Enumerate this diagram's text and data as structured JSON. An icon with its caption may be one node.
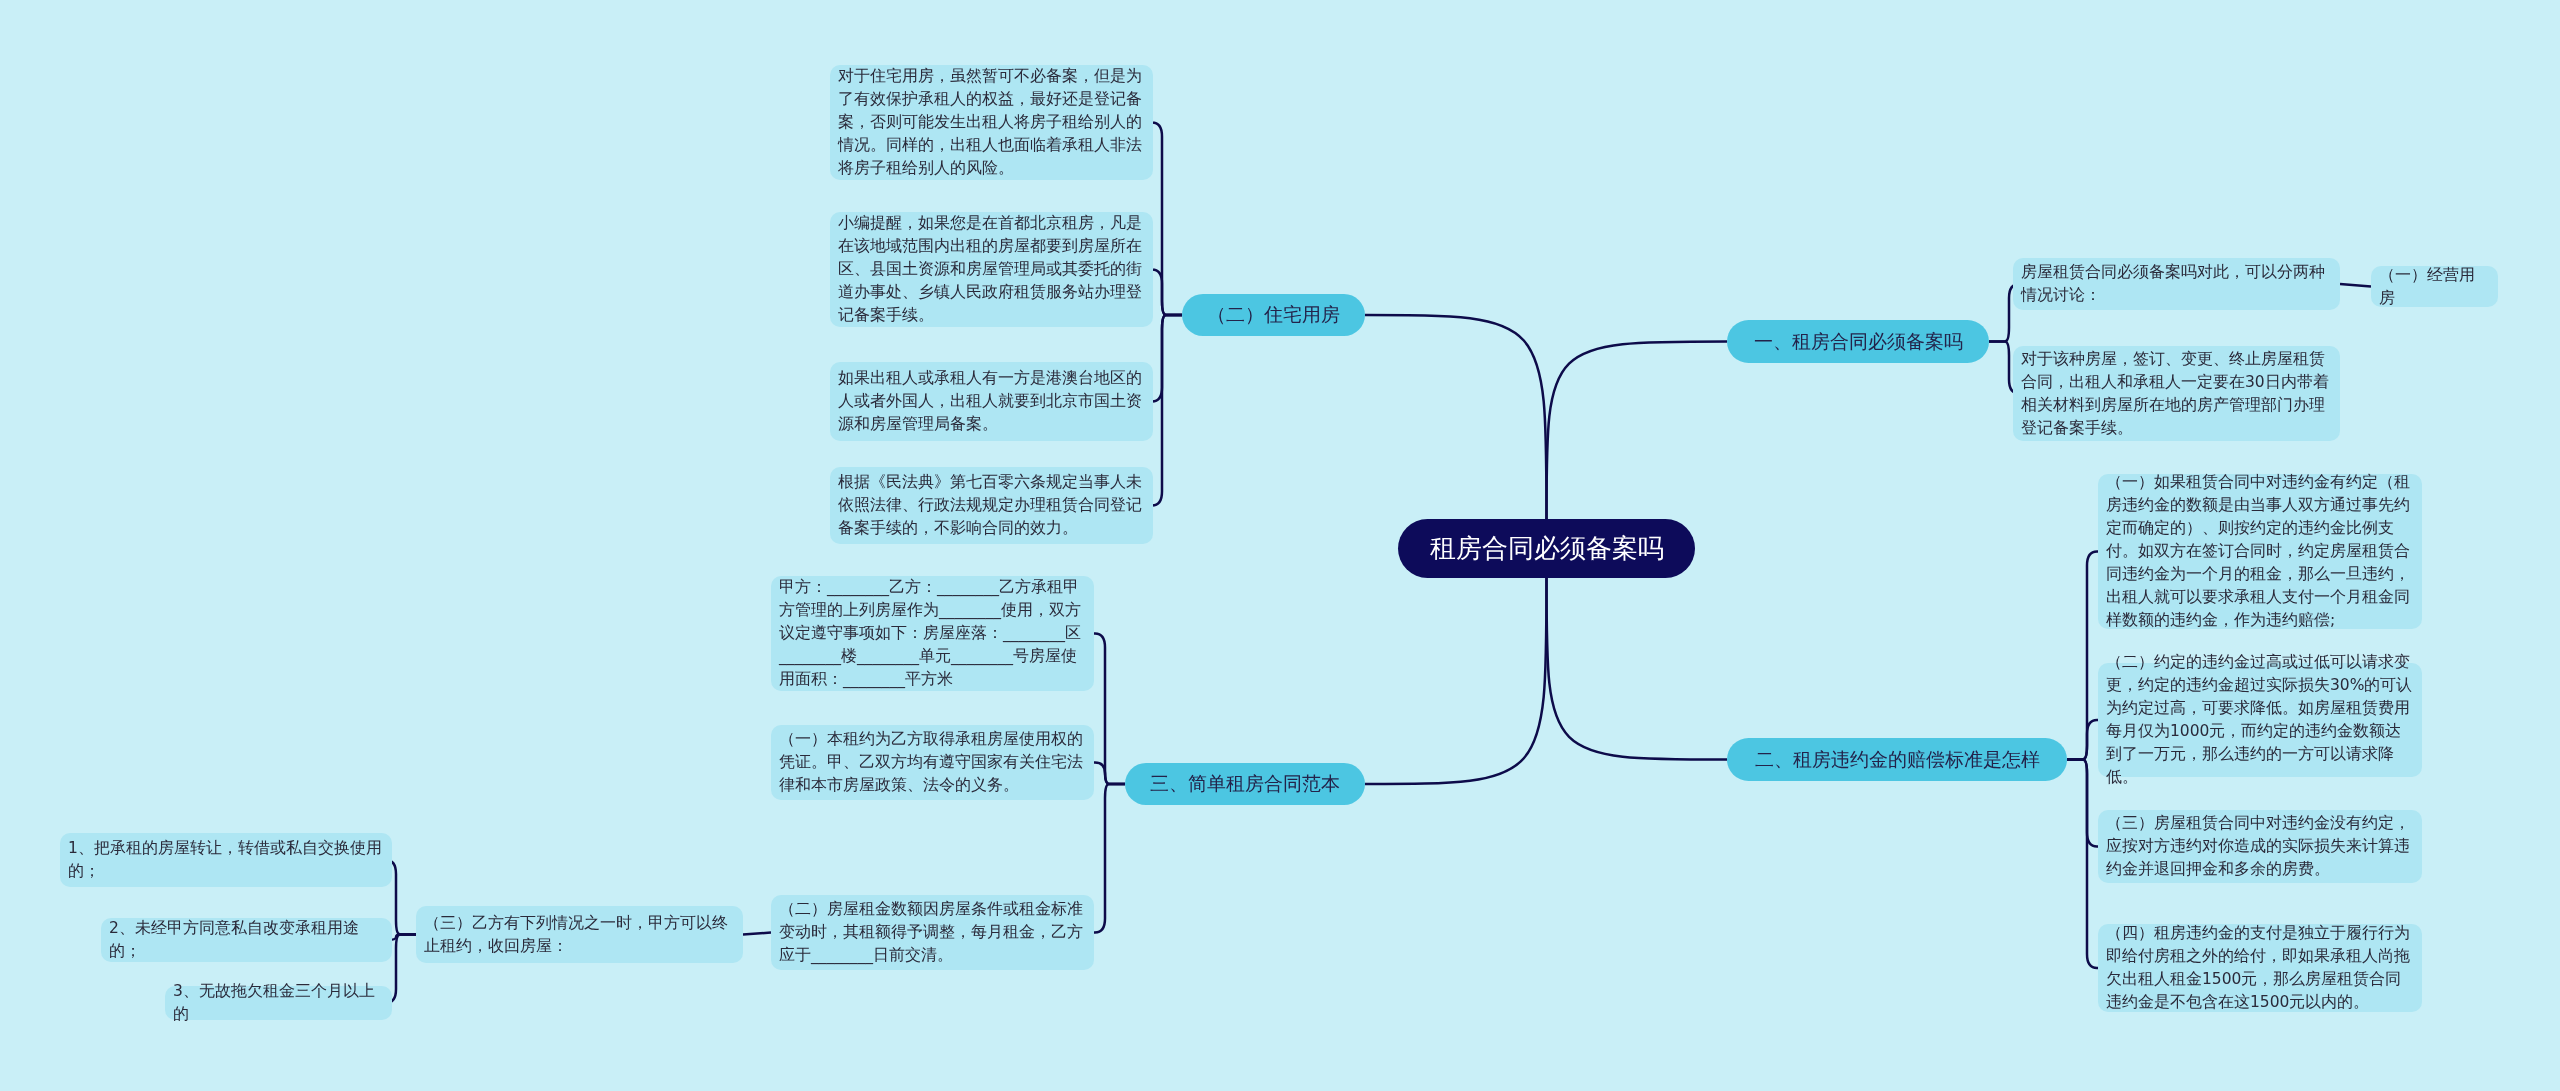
{
  "diagram": {
    "nodes": [
      {
        "text": [
          "租房合同必须备案吗"
        ]
      },
      {
        "text": [
          "一、租房合同必须备案吗"
        ]
      },
      {
        "text": [
          "房屋租赁合同必须备案吗对此，可以分两种情况讨论："
        ]
      },
      {
        "text": [
          "（一）经营用房"
        ]
      },
      {
        "text": [
          "对于该种房屋，签订、变更、终止房屋租赁合同，出租人和承租人一定要在30日内带着相关材料到房屋所在地的房产管理部门办理登记备案手续。"
        ]
      },
      {
        "text": [
          "二、租房违约金的赔偿标准是怎样"
        ]
      },
      {
        "text": [
          "（一）如果租赁合同中对违约金有约定（租房违约金的数额是由当事人双方通过事先约定而确定的）、则按约定的违约金比例支付。如双方在签订合同时，约定房屋租赁合同违约金为一个月的租金，那么一旦违约，出租人就可以要求承租人支付一个月租金同样数额的违约金，作为违约赔偿;"
        ]
      },
      {
        "text": [
          "（二）约定的违约金过高或过低可以请求变更，约定的违约金超过实际损失30%的可认为约定过高，可要求降低。如房屋租赁费用每月仅为1000元，而约定的违约金数额达到了一万元，那么违约的一方可以请求降低。"
        ]
      },
      {
        "text": [
          "（三）房屋租赁合同中对违约金没有约定，应按对方违约对你造成的实际损失来计算违约金并退回押金和多余的房费。"
        ]
      },
      {
        "text": [
          "（四）租房违约金的支付是独立于履行行为即给付房租之外的给付，即如果承租人尚拖欠出租人租金1500元，那么房屋租赁合同违约金是不包含在这1500元以内的。"
        ]
      },
      {
        "text": [
          "（二）住宅用房"
        ]
      },
      {
        "text": [
          "对于住宅用房，虽然暂可不必备案，但是为了有效保护承租人的权益，最好还是登记备案，否则可能发生出租人将房子租给别人的情况。同样的，出租人也面临着承租人非法将房子租给别人的风险。"
        ]
      },
      {
        "text": [
          "小编提醒，如果您是在首都北京租房，凡是在该地域范围内出租的房屋都要到房屋所在区、县国土资源和房屋管理局或其委托的街道办事处、乡镇人民政府租赁服务站办理登记备案手续。"
        ]
      },
      {
        "text": [
          "如果出租人或承租人有一方是港澳台地区的人或者外国人，出租人就要到北京市国土资源和房屋管理局备案。"
        ]
      },
      {
        "text": [
          "根据《民法典》第七百零六条规定当事人未依照法律、行政法规规定办理租赁合同登记备案手续的，不影响合同的效力。"
        ]
      },
      {
        "text": [
          "三、简单租房合同范本"
        ]
      },
      {
        "text": [
          "甲方：________乙方：________乙方承租甲方管理的上列房屋作为________使用，双方议定遵守事项如下：房屋座落：________区________楼________单元________号房屋使用面积：________平方米"
        ]
      },
      {
        "text": [
          "（一）本租约为乙方取得承租房屋使用权的凭证。甲、乙双方均有遵守国家有关住宅法律和本市房屋政策、法令的义务。"
        ]
      },
      {
        "text": [
          "（二）房屋租金数额因房屋条件或租金标准变动时，其租额得予调整，每月租金，乙方应于________日前交清。"
        ]
      },
      {
        "text": [
          "（三）乙方有下列情况之一时，甲方可以终止租约，收回房屋："
        ]
      },
      {
        "text": [
          "1、把承租的房屋转让，转借或私自交换使用的；"
        ]
      },
      {
        "text": [
          "2、未经甲方同意私自改变承租用途的；"
        ]
      },
      {
        "text": [
          "3、无故拖欠租金三个月以上的"
        ]
      }
    ],
    "edges": [
      {
        "from": 0,
        "to": 1,
        "arrow": "none"
      },
      {
        "from": 1,
        "to": 2,
        "arrow": "none"
      },
      {
        "from": 2,
        "to": 3,
        "arrow": "none"
      },
      {
        "from": 1,
        "to": 4,
        "arrow": "none"
      },
      {
        "from": 0,
        "to": 5,
        "arrow": "none"
      },
      {
        "from": 5,
        "to": 6,
        "arrow": "none"
      },
      {
        "from": 5,
        "to": 7,
        "arrow": "none"
      },
      {
        "from": 5,
        "to": 8,
        "arrow": "none"
      },
      {
        "from": 5,
        "to": 9,
        "arrow": "none"
      },
      {
        "from": 0,
        "to": 10,
        "arrow": "none"
      },
      {
        "from": 10,
        "to": 11,
        "arrow": "none"
      },
      {
        "from": 10,
        "to": 12,
        "arrow": "none"
      },
      {
        "from": 10,
        "to": 13,
        "arrow": "none"
      },
      {
        "from": 10,
        "to": 14,
        "arrow": "none"
      },
      {
        "from": 0,
        "to": 15,
        "arrow": "none"
      },
      {
        "from": 15,
        "to": 16,
        "arrow": "none"
      },
      {
        "from": 15,
        "to": 17,
        "arrow": "none"
      },
      {
        "from": 15,
        "to": 18,
        "arrow": "none"
      },
      {
        "from": 18,
        "to": 19,
        "arrow": "none"
      },
      {
        "from": 19,
        "to": 20,
        "arrow": "none"
      },
      {
        "from": 19,
        "to": 21,
        "arrow": "none"
      },
      {
        "from": 19,
        "to": 22,
        "arrow": "none"
      }
    ]
  }
}
